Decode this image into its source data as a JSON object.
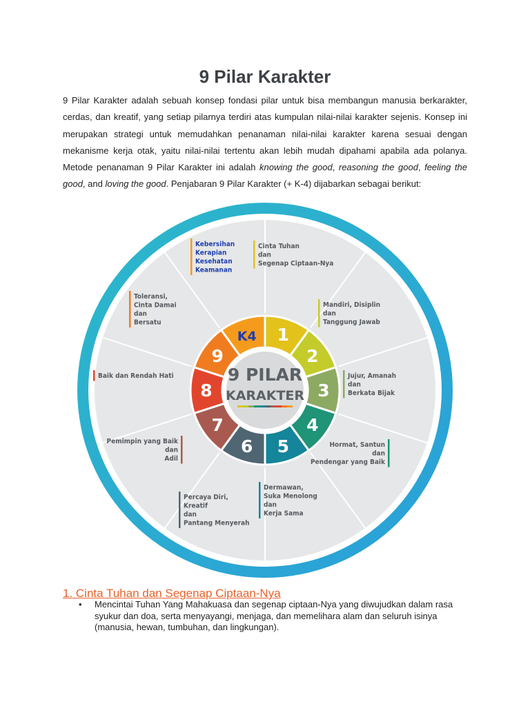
{
  "document": {
    "title": "9 Pilar Karakter",
    "intro": [
      {
        "text": "9 Pilar Karakter adalah sebuah konsep fondasi pilar untuk bisa membangun manusia berkarakter, cerdas, dan kreatif, yang setiap pilarnya terdiri atas kumpulan nilai-nilai karakter sejenis. Konsep ini merupakan strategi untuk memudahkan penanaman nilai-nilai karakter karena sesuai dengan mekanisme kerja otak, yaitu nilai-nilai tertentu akan lebih mudah dipahami apabila ada polanya. Metode penanaman 9 Pilar Karakter ini adalah ",
        "italic": false
      },
      {
        "text": "knowing the good",
        "italic": true
      },
      {
        "text": ", ",
        "italic": false
      },
      {
        "text": "reasoning the good",
        "italic": true
      },
      {
        "text": ", ",
        "italic": false
      },
      {
        "text": "feeling the good",
        "italic": true
      },
      {
        "text": ", and ",
        "italic": false
      },
      {
        "text": "loving the good",
        "italic": true
      },
      {
        "text": ". Penjabaran 9 Pilar Karakter (+ K-4) dijabarkan sebagai berikut:",
        "italic": false
      }
    ]
  },
  "wheel": {
    "center_line1": "9 PILAR",
    "center_line2": "KARAKTER",
    "ring_colors": [
      "#2db8c9",
      "#2a9fd9"
    ],
    "sectors": [
      {
        "num": "1",
        "color": "#e3c21c",
        "lines": [
          "Cinta Tuhan",
          "dan",
          "Segenap Ciptaan-Nya"
        ]
      },
      {
        "num": "2",
        "color": "#c3cc2b",
        "lines": [
          "Mandiri, Disiplin",
          "dan",
          "Tanggung Jawab"
        ]
      },
      {
        "num": "3",
        "color": "#8daa62",
        "lines": [
          "Jujur, Amanah",
          "dan",
          "Berkata Bijak"
        ]
      },
      {
        "num": "4",
        "color": "#1f9477",
        "lines": [
          "Hormat, Santun",
          "dan",
          "Pendengar yang Baik"
        ]
      },
      {
        "num": "5",
        "color": "#14859a",
        "lines": [
          "Dermawan,",
          "Suka Menolong",
          "dan",
          "Kerja Sama"
        ]
      },
      {
        "num": "6",
        "color": "#4f6672",
        "lines": [
          "Percaya Diri,",
          "Kreatif",
          "dan",
          "Pantang Menyerah"
        ]
      },
      {
        "num": "7",
        "color": "#a85a50",
        "lines": [
          "Pemimpin yang Baik",
          "dan",
          "Adil"
        ]
      },
      {
        "num": "8",
        "color": "#e2452d",
        "lines": [
          "Baik dan Rendah Hati"
        ]
      },
      {
        "num": "9",
        "color": "#f07c20",
        "lines": [
          "Toleransi,",
          "Cinta Damai",
          "dan",
          "Bersatu"
        ]
      },
      {
        "num": "K4",
        "color": "#f59b1c",
        "lines": [
          "Kebersihan",
          "Kerapian",
          "Kesehatan",
          "Keamanan"
        ]
      }
    ]
  },
  "section": {
    "heading": "1. Cinta Tuhan dan Segenap Ciptaan-Nya",
    "bullets": [
      "Mencintai Tuhan Yang Mahakuasa dan segenap ciptaan-Nya  yang diwujudkan dalam rasa syukur dan doa, serta menyayangi, menjaga, dan memelihara alam dan seluruh isinya (manusia, hewan, tumbuhan, dan lingkungan)."
    ]
  }
}
